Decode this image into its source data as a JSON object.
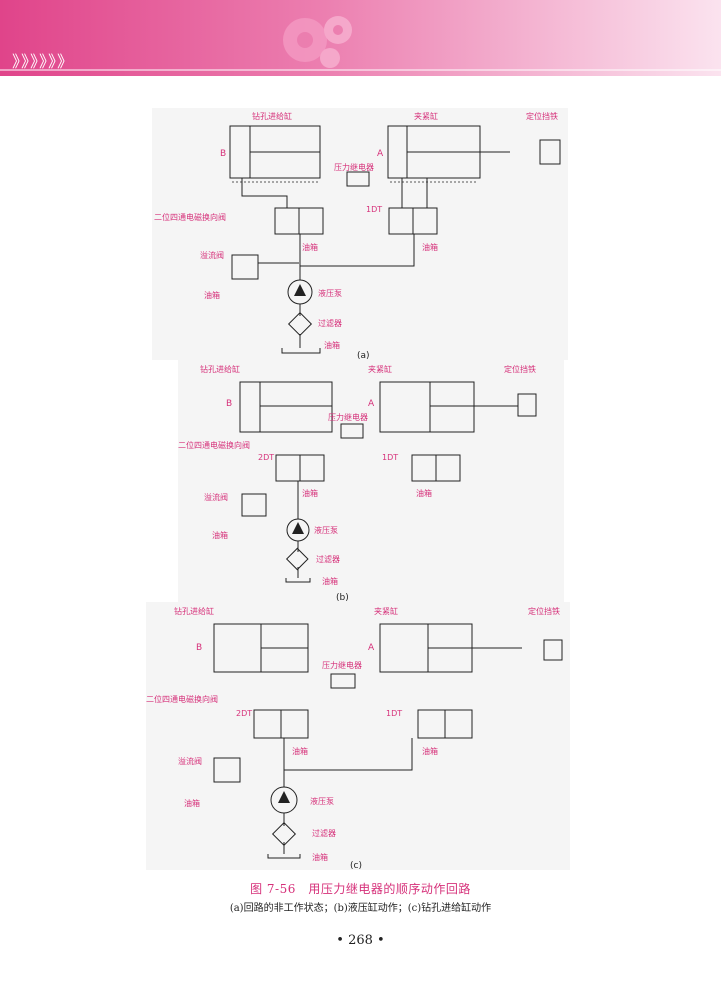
{
  "header": {
    "chevrons": "》》》》》》",
    "colors": {
      "band": "#e0448a",
      "light": "#f7c3dc"
    }
  },
  "figures": [
    {
      "id": "a",
      "sub_label": "(a)",
      "labels": {
        "drill_cyl": "钻孔进给缸",
        "clamp_cyl": "夹紧缸",
        "stop": "定位挡铁",
        "B": "B",
        "A": "A",
        "relay": "压力继电器",
        "valve_left": "二位四通电磁换向阀",
        "sol_right": "1DT",
        "relief": "溢流阀",
        "tank1": "油箱",
        "tank_l": "油箱",
        "tank_r": "油箱",
        "pump": "液压泵",
        "filter": "过滤器",
        "tank_bottom": "油箱"
      }
    },
    {
      "id": "b",
      "sub_label": "(b)",
      "labels": {
        "drill_cyl": "钻孔进给缸",
        "clamp_cyl": "夹紧缸",
        "stop": "定位挡铁",
        "B": "B",
        "A": "A",
        "relay": "压力继电器",
        "valve_left": "二位四通电磁换向阀",
        "sol_left": "2DT",
        "sol_right": "1DT",
        "relief": "溢流阀",
        "tank1": "油箱",
        "tank_l": "油箱",
        "tank_r": "油箱",
        "pump": "液压泵",
        "filter": "过滤器",
        "tank_bottom": "油箱"
      }
    },
    {
      "id": "c",
      "sub_label": "(c)",
      "labels": {
        "drill_cyl": "钻孔进给缸",
        "clamp_cyl": "夹紧缸",
        "stop": "定位挡铁",
        "B": "B",
        "A": "A",
        "relay": "压力继电器",
        "valve_left": "二位四通电磁换向阀",
        "sol_left": "2DT",
        "sol_right": "1DT",
        "relief": "溢流阀",
        "tank1": "油箱",
        "tank_l": "油箱",
        "tank_r": "油箱",
        "pump": "液压泵",
        "filter": "过滤器",
        "tank_bottom": "油箱"
      }
    }
  ],
  "caption": {
    "title": "图 7-56　用压力继电器的顺序动作回路",
    "subtitle": "(a)回路的非工作状态；(b)液压缸动作；(c)钻孔进给缸动作"
  },
  "page_number": "• 268 •"
}
